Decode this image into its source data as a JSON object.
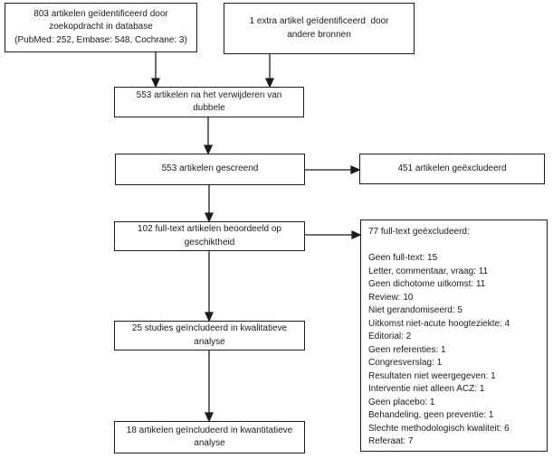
{
  "colors": {
    "background": "#ffffff",
    "box_border": "#1c1c1c",
    "text": "#1a1a1a",
    "arrow": "#1c1c1c"
  },
  "flowchart": {
    "boxes": {
      "identified_database": {
        "lines": [
          "803 artikelen geïdentificeerd door",
          "zoekopdracht in database",
          "(PubMed: 252, Embase: 548, Cochrane: 3)"
        ]
      },
      "identified_other": {
        "lines": [
          "1 extra artikel geïdentificeerd  door",
          "andere bronnen"
        ]
      },
      "deduplicated": {
        "lines": [
          "553 artikelen na het verwijderen van",
          "dubbele"
        ]
      },
      "screened": {
        "lines": [
          "553 artikelen gescreend"
        ]
      },
      "excluded_screening": {
        "lines": [
          "451 artikelen geëxcludeerd"
        ]
      },
      "fulltext_assessed": {
        "lines": [
          "102 full-text artikelen beoordeeld op",
          "geschiktheid"
        ]
      },
      "fulltext_excluded": {
        "header": "77 full-text geëxcludeerd:",
        "items": [
          "Geen full-text: 15",
          "Letter, commentaar, vraag: 11",
          "Geen dichotome uitkomst: 11",
          "Review: 10",
          "Niet gerandomiseerd: 5",
          "Uitkomst niet-acute hoogteziekte: 4",
          "Editorial: 2",
          "Geen referenties: 1",
          "Congresverslag: 1",
          "Resultaten niet weergegeven: 1",
          "Interventie niet alleen ACZ: 1",
          "Geen placebo: 1",
          "Behandeling, geen preventie: 1",
          "Slechte methodologisch kwaliteit: 6",
          "Referaat: 7"
        ]
      },
      "qualitative_included": {
        "lines": [
          "25 studies geïncludeerd in kwalitatieve",
          "analyse"
        ]
      },
      "quantitative_included": {
        "lines": [
          "18 artikelen geïncludeerd in kwantitatieve",
          "analyse"
        ]
      }
    }
  }
}
